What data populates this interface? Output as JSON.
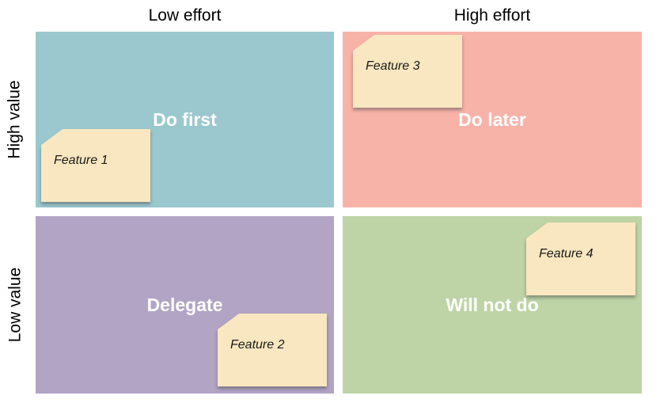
{
  "diagram": {
    "type": "priority-matrix",
    "column_headers": [
      "Low effort",
      "High effort"
    ],
    "row_headers": [
      "High value",
      "Low value"
    ],
    "quadrants": [
      {
        "label": "Do first",
        "color": "#9BC8CF",
        "note": "Feature 1"
      },
      {
        "label": "Do later",
        "color": "#F8B3A9",
        "note": "Feature 3"
      },
      {
        "label": "Delegate",
        "color": "#B2A4C4",
        "note": "Feature 2"
      },
      {
        "label": "Will not do",
        "color": "#BED4A6",
        "note": "Feature 4"
      }
    ],
    "sticky_note_color": "#F8E7C0",
    "quadrant_label_color": "#FFFFFF",
    "background_color": "#FFFFFF"
  }
}
